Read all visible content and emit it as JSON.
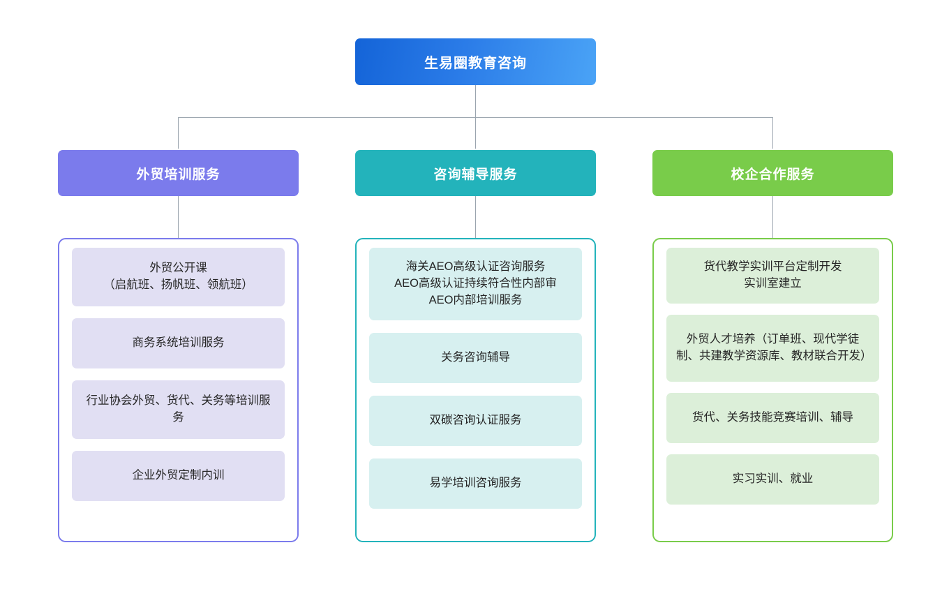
{
  "diagram": {
    "type": "organization-chart",
    "orientation": "top-down",
    "root": {
      "label": "生易圈教育咨询",
      "color_start": "#1464d8",
      "color_end": "#4aa3f6",
      "text_color": "#ffffff"
    },
    "connector_color": "#9aa4ae",
    "background": "#ffffff",
    "branches": [
      {
        "label": "外贸培训服务",
        "header_color": "#7b7bec",
        "border_color": "#7b7bec",
        "leaf_color": "#e1dff3",
        "items": [
          "外贸公开课\n（启航班、扬帆班、领航班）",
          "商务系统培训服务",
          "行业协会外贸、货代、关务等培训服务",
          "企业外贸定制内训"
        ]
      },
      {
        "label": "咨询辅导服务",
        "header_color": "#23b3bb",
        "border_color": "#23b3bb",
        "leaf_color": "#d7f0f0",
        "items": [
          "海关AEO高级认证咨询服务\nAEO高级认证持续符合性内部审\nAEO内部培训服务",
          "关务咨询辅导",
          "双碳咨询认证服务",
          "易学培训咨询服务"
        ]
      },
      {
        "label": "校企合作服务",
        "header_color": "#79cc4a",
        "border_color": "#79cc4a",
        "leaf_color": "#dcefd9",
        "items": [
          "货代教学实训平台定制开发\n实训室建立",
          "外贸人才培养（订单班、现代学徒制、共建教学资源库、教材联合开发）",
          "货代、关务技能竞赛培训、辅导",
          "实习实训、就业"
        ]
      }
    ]
  }
}
